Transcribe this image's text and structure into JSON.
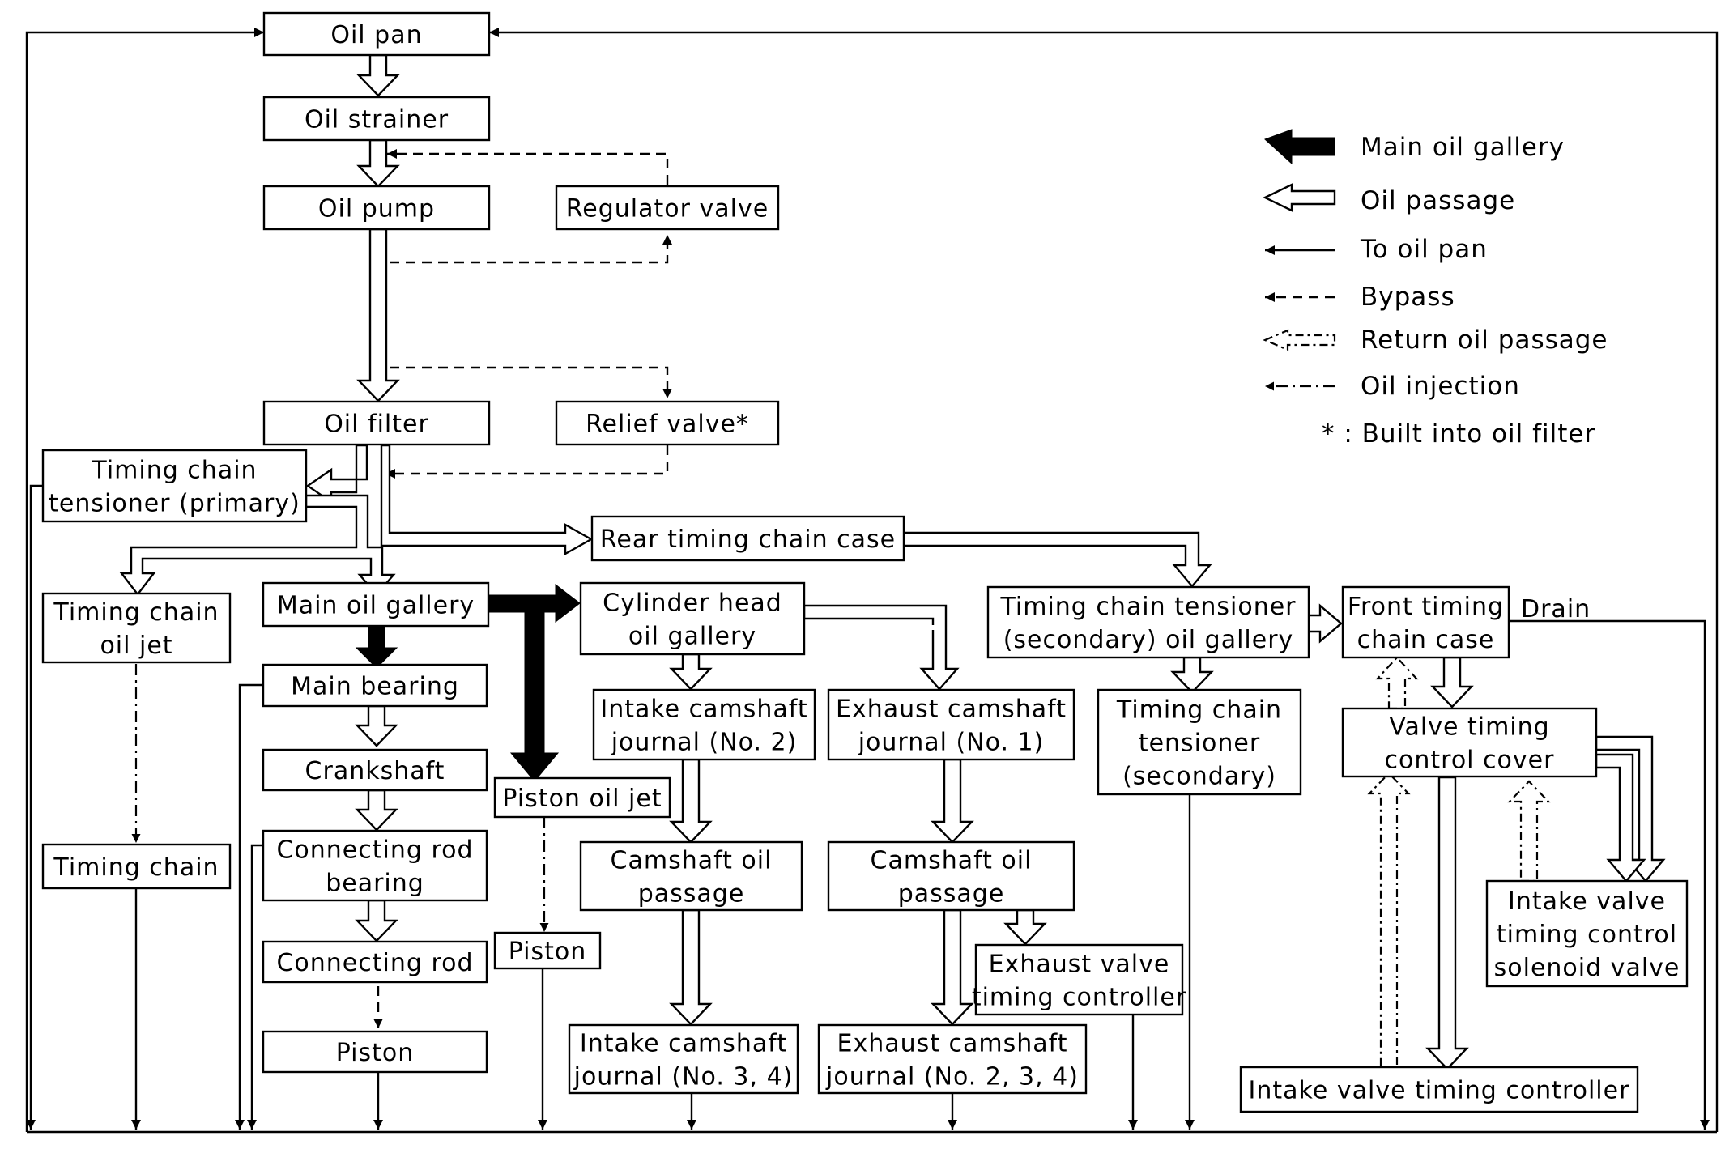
{
  "boxes": {
    "oil_pan": "Oil pan",
    "oil_strainer": "Oil strainer",
    "oil_pump": "Oil pump",
    "regulator_valve": "Regulator valve",
    "oil_filter": "Oil filter",
    "relief_valve": "Relief valve*",
    "tct_primary": [
      "Timing chain",
      "tensioner (primary)"
    ],
    "rear_case": "Rear timing chain case",
    "tc_oil_jet": [
      "Timing chain",
      "oil jet"
    ],
    "main_gallery": "Main oil gallery",
    "cyl_head": [
      "Cylinder head",
      "oil gallery"
    ],
    "tct_sec_gallery": [
      "Timing chain tensioner",
      "(secondary) oil gallery"
    ],
    "front_case": [
      "Front timing",
      "chain case"
    ],
    "drain": "Drain",
    "main_bearing": "Main bearing",
    "intake_j2": [
      "Intake camshaft",
      "journal (No. 2)"
    ],
    "exhaust_j1": [
      "Exhaust camshaft",
      "journal (No. 1)"
    ],
    "tct_sec": [
      "Timing chain",
      "tensioner",
      "(secondary)"
    ],
    "vtc_cover": [
      "Valve timing",
      "control cover"
    ],
    "crankshaft": "Crankshaft",
    "piston_jet": "Piston oil jet",
    "timing_chain": "Timing chain",
    "con_rod_bearing": [
      "Connecting rod",
      "bearing"
    ],
    "cam_passage_in": [
      "Camshaft oil",
      "passage"
    ],
    "cam_passage_ex": [
      "Camshaft oil",
      "passage"
    ],
    "intake_solenoid": [
      "Intake valve",
      "timing control",
      "solenoid valve"
    ],
    "piston_1": "Piston",
    "con_rod": "Connecting rod",
    "exhaust_vtc": [
      "Exhaust valve",
      "timing controller"
    ],
    "piston_2": "Piston",
    "intake_j34": [
      "Intake camshaft",
      "journal (No. 3, 4)"
    ],
    "exhaust_j234": [
      "Exhaust camshaft",
      "journal (No. 2, 3, 4)"
    ],
    "intake_vtc": "Intake valve timing controller"
  },
  "legend": {
    "main_gallery": "Main oil gallery",
    "oil_passage": "Oil passage",
    "to_oil_pan": "To oil pan",
    "bypass": "Bypass",
    "return": "Return oil passage",
    "injection": "Oil injection",
    "note": "* : Built into oil filter"
  }
}
